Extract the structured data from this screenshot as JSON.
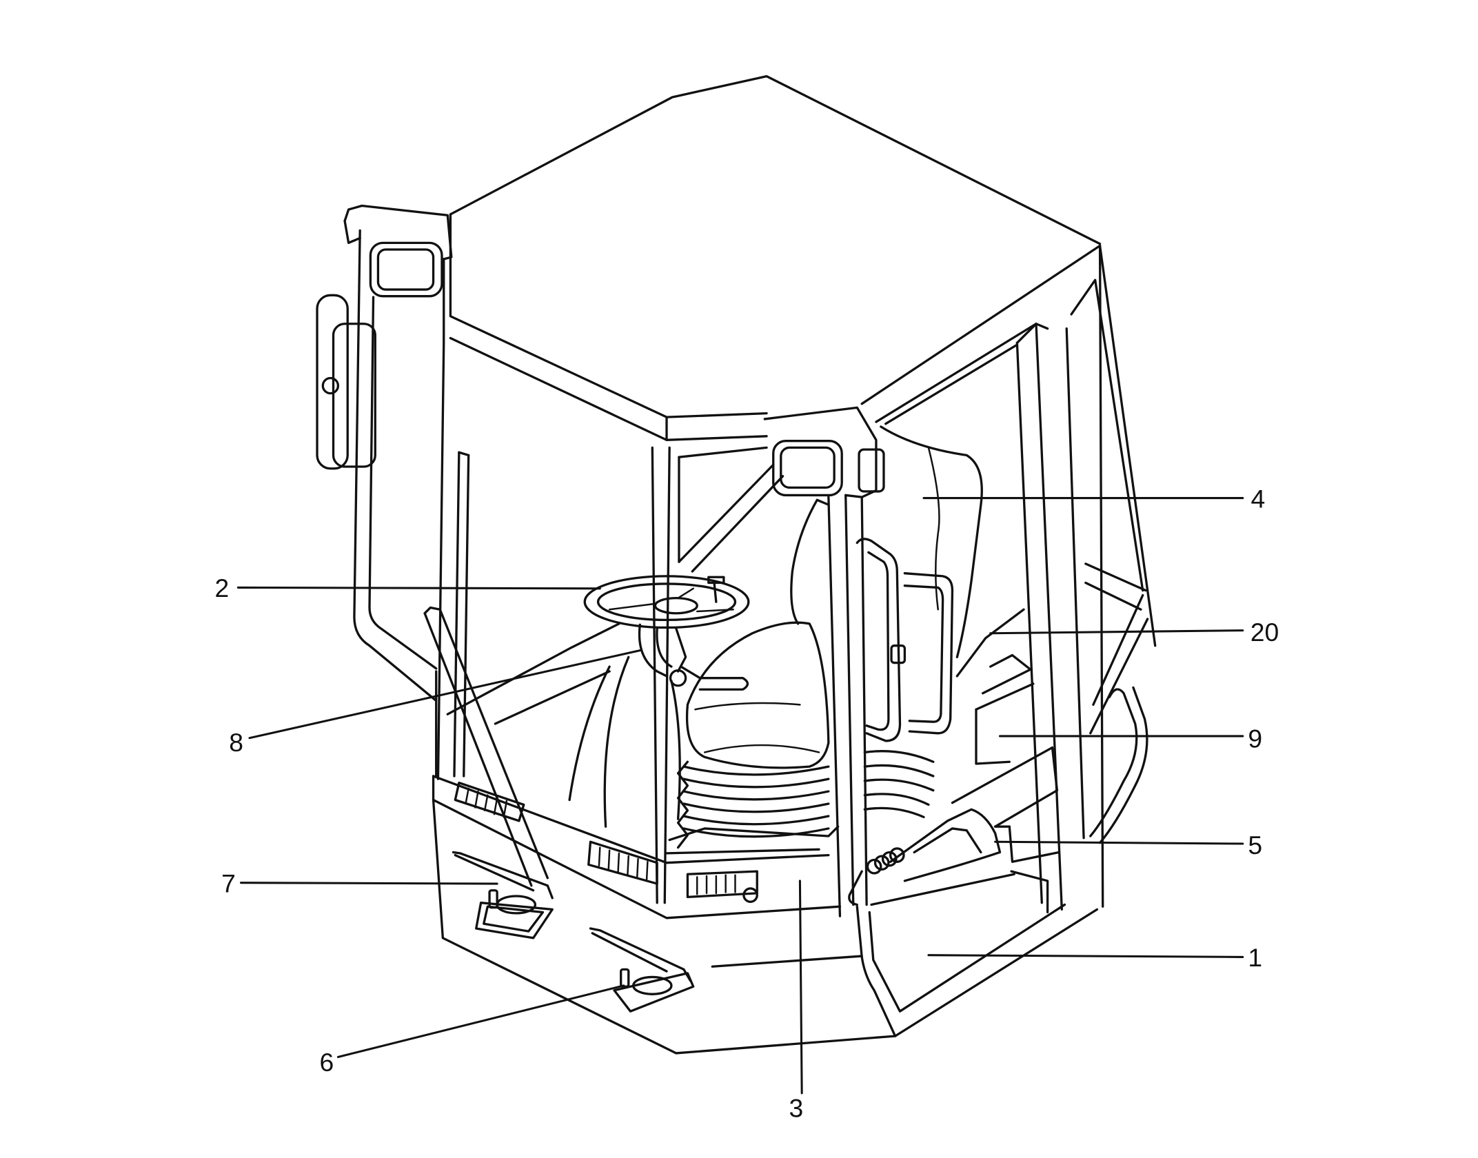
{
  "callouts": [
    "4",
    "2",
    "20",
    "8",
    "9",
    "5",
    "7",
    "1",
    "6",
    "3"
  ]
}
